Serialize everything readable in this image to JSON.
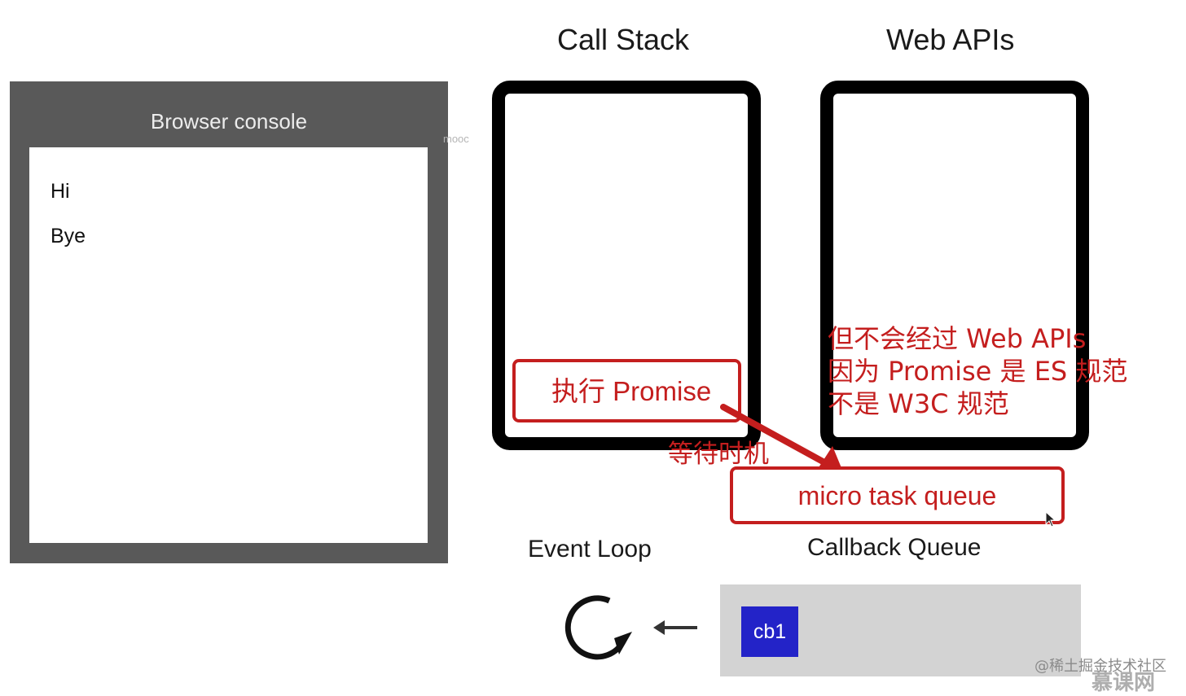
{
  "console": {
    "title": "Browser console",
    "lines": [
      "Hi",
      "Bye"
    ]
  },
  "watermark_mooc": "mooc",
  "headings": {
    "call_stack": "Call Stack",
    "web_apis": "Web APIs"
  },
  "call_stack_item": "执行 Promise",
  "note_lines": [
    "但不会经过 Web APIs",
    "因为 Promise 是 ES 规范",
    "不是 W3C 规范"
  ],
  "arrow_label": "等待时机",
  "micro_task_queue": "micro task queue",
  "labels": {
    "event_loop": "Event Loop",
    "callback_queue": "Callback Queue"
  },
  "callback_items": [
    "cb1"
  ],
  "footer": {
    "credit": "@稀土掘金技术社区",
    "logo": "慕课网"
  },
  "colors": {
    "annotation_red": "#c41e1e",
    "console_frame": "#595959",
    "callback_chip": "#2323c8",
    "queue_tray": "#d3d3d3"
  }
}
